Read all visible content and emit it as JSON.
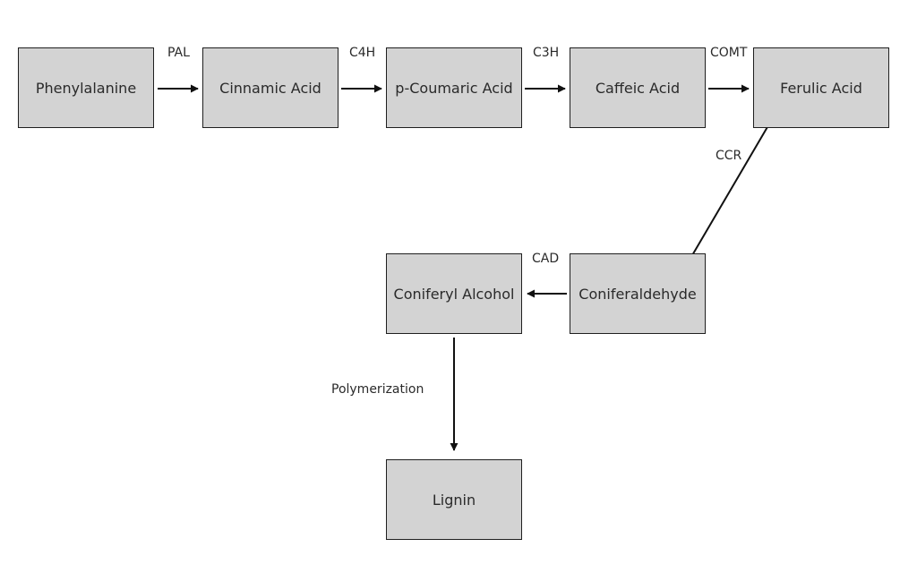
{
  "nodes": {
    "phenylalanine": "Phenylalanine",
    "cinnamic_acid": "Cinnamic Acid",
    "p_coumaric_acid": "p-Coumaric Acid",
    "caffeic_acid": "Caffeic Acid",
    "ferulic_acid": "Ferulic Acid",
    "coniferaldehyde": "Coniferaldehyde",
    "coniferyl_alcohol": "Coniferyl Alcohol",
    "lignin": "Lignin"
  },
  "edges": {
    "pal": "PAL",
    "c4h": "C4H",
    "c3h": "C3H",
    "comt": "COMT",
    "ccr": "CCR",
    "cad": "CAD",
    "polymerization": "Polymerization"
  },
  "colors": {
    "node_fill": "#d3d3d3",
    "node_border": "#1f1f1f",
    "arrow": "#111111",
    "text": "#2a2a2a"
  }
}
